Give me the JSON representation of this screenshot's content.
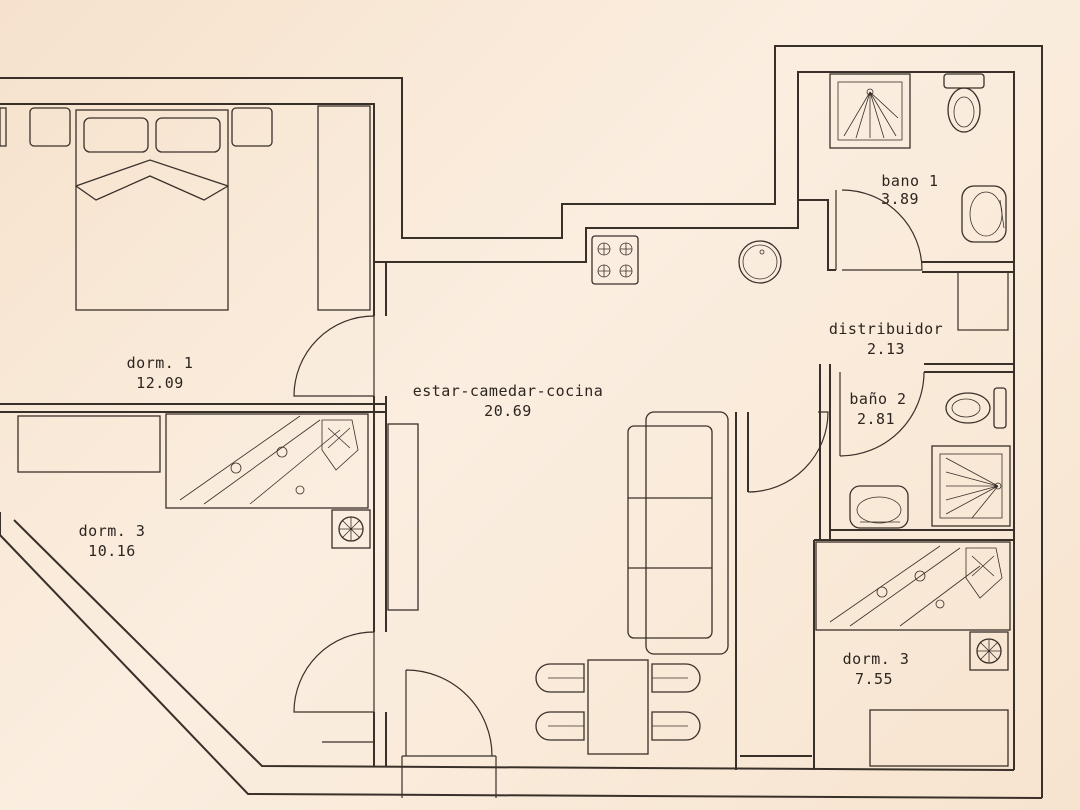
{
  "rooms": [
    {
      "id": "dorm1",
      "name": "dorm. 1",
      "area": "12.09"
    },
    {
      "id": "estar",
      "name": "estar-camedar-cocina",
      "area": "20.69"
    },
    {
      "id": "bano1",
      "name": "bano 1",
      "area": "3.89"
    },
    {
      "id": "distribuidor",
      "name": "distribuidor",
      "area": "2.13"
    },
    {
      "id": "bano2",
      "name": "baño 2",
      "area": "2.81"
    },
    {
      "id": "dorm3a",
      "name": "dorm. 3",
      "area": "10.16"
    },
    {
      "id": "dorm3b",
      "name": "dorm. 3",
      "area": "7.55"
    }
  ],
  "colors": {
    "background": "#f8e6d2",
    "line": "#3a302a"
  }
}
